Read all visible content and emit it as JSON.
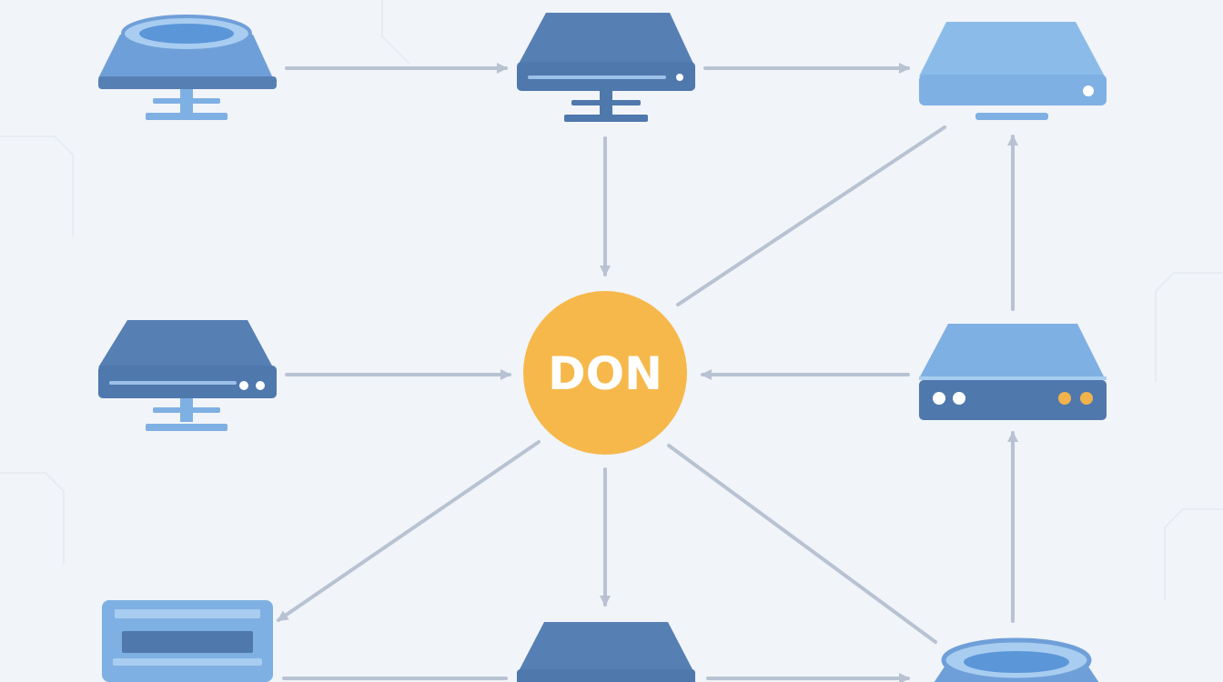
{
  "diagram": {
    "hub": {
      "label": "DON",
      "color": "#f6b84b",
      "text_color": "#ffffff"
    },
    "colors": {
      "background": "#f1f4f8",
      "device_dark": "#5680b4",
      "device_light": "#7fb0e3",
      "device_disc": "#a8cdf0",
      "device_base": "#6f9fd8",
      "arrow": "#b8c2d2",
      "indicator_orange": "#f2b24c",
      "indicator_white": "#ffffff"
    },
    "nodes": [
      {
        "id": "top-left",
        "kind": "disc-monitor",
        "icon": "disc-monitor-icon"
      },
      {
        "id": "top-center",
        "kind": "dark-drive-monitor",
        "icon": "drive-monitor-icon"
      },
      {
        "id": "top-right",
        "kind": "light-drive",
        "icon": "drive-icon"
      },
      {
        "id": "mid-left",
        "kind": "dark-drive-monitor",
        "icon": "drive-monitor-icon"
      },
      {
        "id": "mid-right",
        "kind": "server-unit",
        "icon": "server-icon"
      },
      {
        "id": "bottom-left",
        "kind": "printer-box",
        "icon": "printer-icon"
      },
      {
        "id": "bottom-center",
        "kind": "dark-drive",
        "icon": "drive-icon"
      },
      {
        "id": "bottom-right",
        "kind": "disc-monitor",
        "icon": "disc-monitor-icon"
      }
    ],
    "edges": [
      {
        "from": "top-left",
        "to": "top-center",
        "directed": true
      },
      {
        "from": "top-center",
        "to": "top-right",
        "directed": true
      },
      {
        "from": "top-center",
        "to": "hub",
        "directed": true
      },
      {
        "from": "hub",
        "to": "top-right",
        "directed": false
      },
      {
        "from": "mid-right",
        "to": "top-right",
        "directed": true
      },
      {
        "from": "mid-left",
        "to": "hub",
        "directed": true
      },
      {
        "from": "mid-right",
        "to": "hub",
        "directed": true
      },
      {
        "from": "hub",
        "to": "bottom-left",
        "directed": true
      },
      {
        "from": "hub",
        "to": "bottom-center",
        "directed": true
      },
      {
        "from": "hub",
        "to": "bottom-right",
        "directed": false
      },
      {
        "from": "bottom-right",
        "to": "mid-right",
        "directed": true
      },
      {
        "from": "bottom-left",
        "to": "bottom-center",
        "directed": false
      },
      {
        "from": "bottom-center",
        "to": "bottom-right",
        "directed": true
      }
    ]
  }
}
